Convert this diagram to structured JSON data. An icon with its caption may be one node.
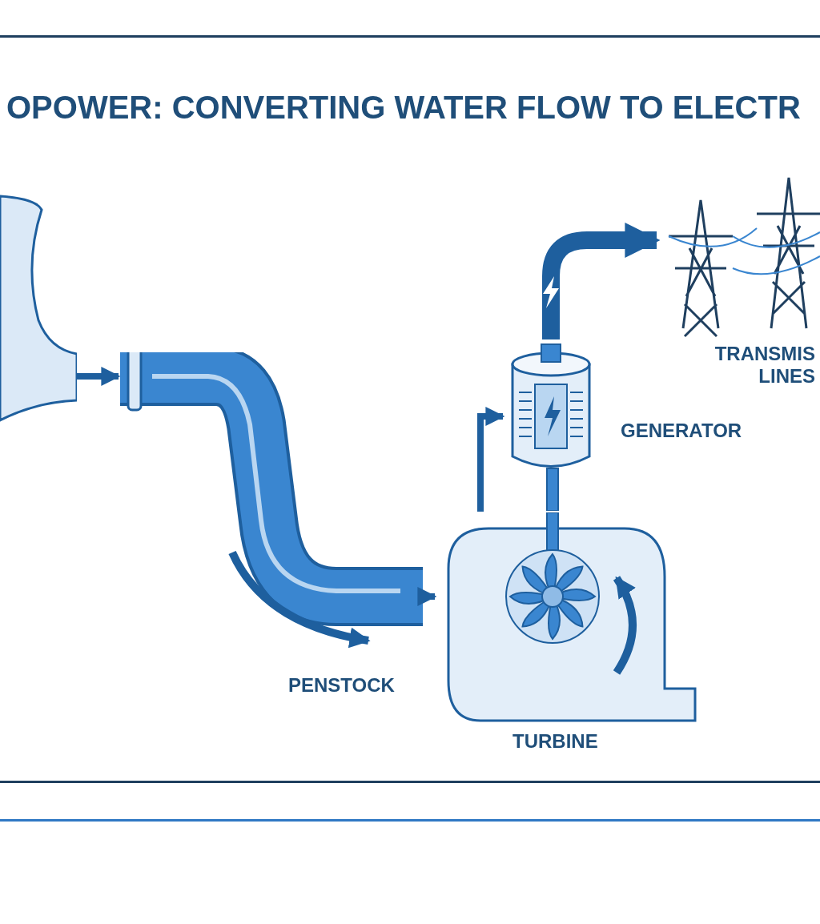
{
  "diagram": {
    "title": "OPOWER: CONVERTING WATER FLOW TO ELECTR",
    "nodes": [
      {
        "text": [],
        "shape": "picture"
      },
      {
        "text": [
          "PENSTOCK"
        ]
      },
      {
        "text": [
          "TURBINE"
        ]
      },
      {
        "text": [
          "GENERATOR"
        ]
      },
      {
        "text": [
          "TRANSMIS LINES"
        ]
      }
    ],
    "edges": [
      {
        "from": 0,
        "to": 1,
        "arrow": "to"
      },
      {
        "from": 1,
        "to": 2,
        "arrow": "to"
      },
      {
        "from": 2,
        "to": 3,
        "arrow": "to"
      },
      {
        "from": 3,
        "to": 4,
        "arrow": "to",
        "style": "thick"
      }
    ]
  }
}
